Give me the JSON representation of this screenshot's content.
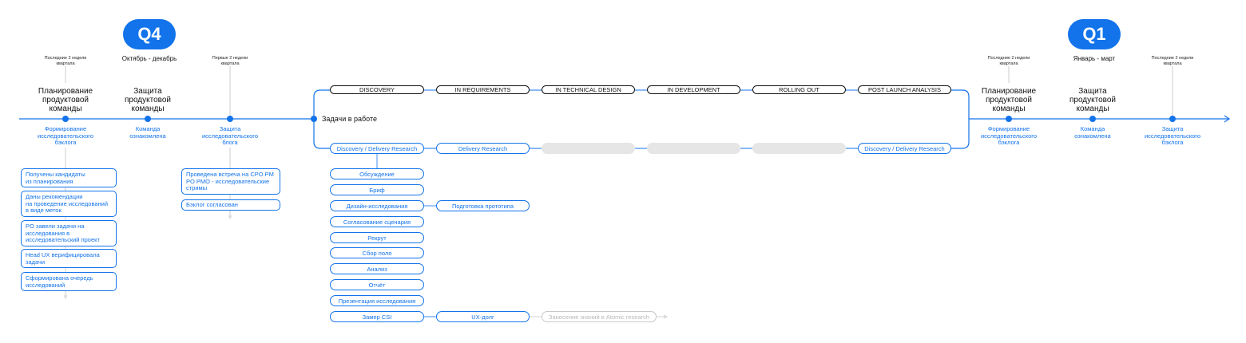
{
  "q4": {
    "badge": "Q4",
    "range": "Октябрь - декабрь"
  },
  "q1": {
    "badge": "Q1",
    "range": "Январь - март"
  },
  "left": {
    "note1": "Последние 2 недели\nквартала",
    "note2": "Первые 2 недели\nквартала",
    "m1_title": "Планирование\nпродуктовой\nкоманды",
    "m2_title": "Защита\nпродуктовой\nкоманды",
    "m1_label": "Формирование\nисследовательского\nбэклога",
    "m2_label": "Команда\nознакомлена",
    "m3_label": "Защита\nисследовательского\nблога",
    "cards1": [
      "Получены кандидаты\nиз планирования",
      "Даны рекомендации\nна проведение исследований\nв виде меток",
      "PO завели задачи на\nисследования в\nисследовательский проект",
      "Head UX верифицировала\nзадачи",
      "Сформирована очередь\nисследований"
    ],
    "cards3": [
      "Проведена встреча на CPO PM\nPO PMO - исследовательские\nстримы",
      "Бэклог согласован"
    ]
  },
  "work": {
    "center_label": "Задачи в работе",
    "stages": [
      "DISCOVERY",
      "IN REQUIREMENTS",
      "IN TECHNICAL DESIGN",
      "IN DEVELOPMENT",
      "ROLLING OUT",
      "POST LAUNCH ANALYSIS"
    ],
    "bottom": [
      "Discovery / Delivery Research",
      "Delivery Research",
      "Discovery / Delivery Research"
    ],
    "discovery_steps": [
      "Обсуждение",
      "Бриф",
      "Дизайн-исследования",
      "Согласование сценария",
      "Рекрут",
      "Сбор поля",
      "Анализ",
      "Отчёт",
      "Презентация исследования",
      "Замер CSI"
    ],
    "req_steps": [
      "Подготовка прототипа",
      "UX-долг"
    ],
    "atomic": "Занесение знаний в Atomic research"
  },
  "right": {
    "note1": "Последние 2 недели\nквартала",
    "note2": "Последние 2 недели\nквартала",
    "m1_title": "Планирование\nпродуктовой\nкоманды",
    "m2_title": "Защита\nпродуктовой\nкоманды",
    "m1_label": "Формирование\nисследовательского\nбэклога",
    "m2_label": "Команда\nознакомлена",
    "m3_label": "Защита\nисследовательского\nбэклога"
  },
  "colors": {
    "accent": "#1273EB",
    "neutral": "#E6E6E6"
  }
}
